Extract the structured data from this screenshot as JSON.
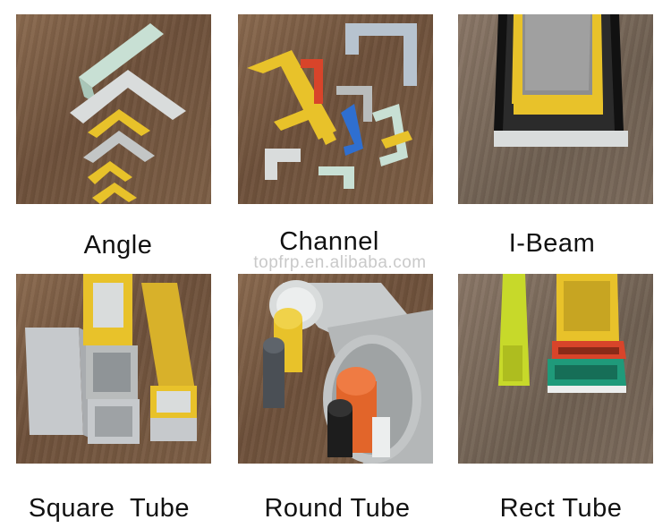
{
  "watermark": "topfrp.en.alibaba.com",
  "products": [
    {
      "label": "Angle"
    },
    {
      "label": "Channel"
    },
    {
      "label": "I-Beam"
    },
    {
      "label": "Square  Tube"
    },
    {
      "label": "Round Tube"
    },
    {
      "label": "Rect Tube"
    }
  ],
  "colors": {
    "wood": "#7a5c44",
    "yellow": "#e8c22a",
    "grey": "#b9bcbc",
    "light_green": "#c8e0d4",
    "blue": "#2f6fd0",
    "red": "#d8442a",
    "orange": "#e2652a",
    "green": "#1f9a7a",
    "dark_grey": "#4a4f55",
    "lime": "#c7d92a"
  }
}
